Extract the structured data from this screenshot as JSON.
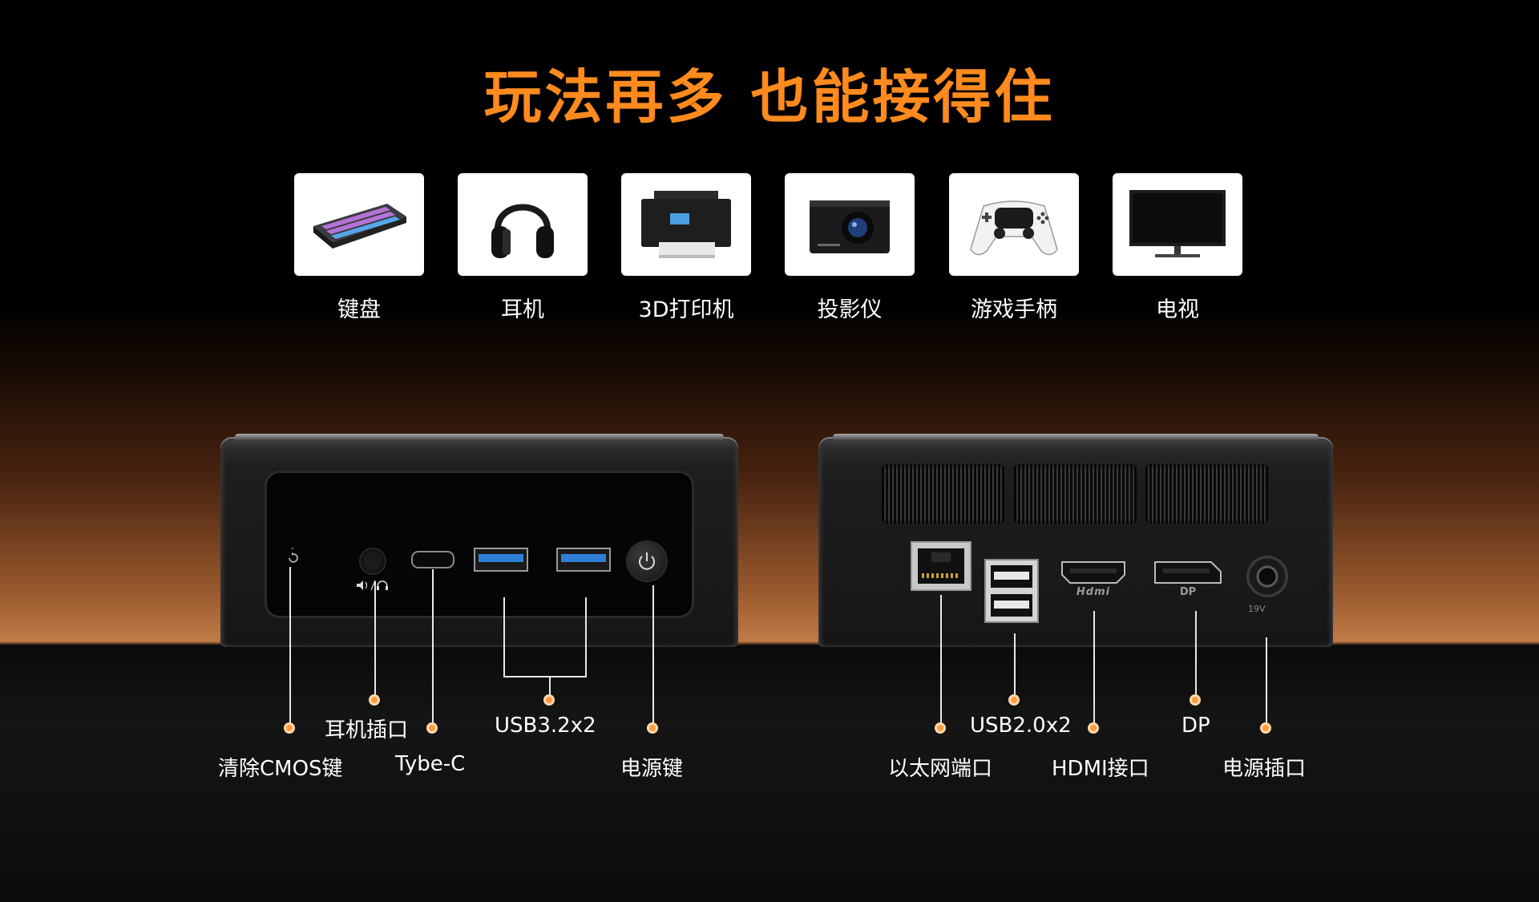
{
  "title": "玩法再多 也能接得住",
  "peripherals": [
    {
      "label": "键盘",
      "icon": "keyboard-icon"
    },
    {
      "label": "耳机",
      "icon": "headphones-icon"
    },
    {
      "label": "3D打印机",
      "icon": "printer-icon"
    },
    {
      "label": "投影仪",
      "icon": "projector-icon"
    },
    {
      "label": "游戏手柄",
      "icon": "gamepad-icon"
    },
    {
      "label": "电视",
      "icon": "tv-icon"
    }
  ],
  "front_ports": {
    "clear_cmos": "清除CMOS键",
    "headphone_jack": "耳机插口",
    "type_c": "Tybe-C",
    "usb32": "USB3.2x2",
    "power_button": "电源键"
  },
  "rear_ports": {
    "ethernet": "以太网端口",
    "usb20": "USB2.0x2",
    "hdmi": "HDMI接口",
    "dp": "DP",
    "power_jack": "电源插口",
    "hdmi_logo": "Hdmi",
    "dp_logo": "DP",
    "power_rating": "19V"
  },
  "colors": {
    "accent": "#ff8a1e",
    "callout_dot": "#ff9a3c",
    "usb3_blue": "#2f7fd8"
  }
}
